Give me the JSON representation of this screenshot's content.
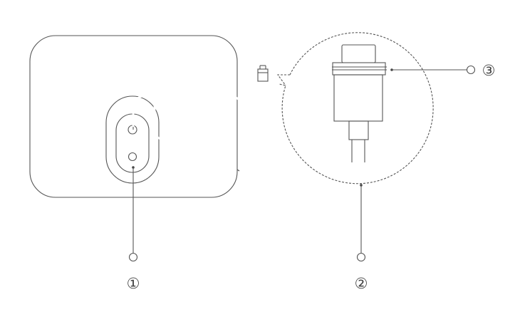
{
  "callouts": [
    {
      "label": "①"
    },
    {
      "label": "②"
    },
    {
      "label": "③"
    }
  ],
  "colors": {
    "line": "#555555",
    "background": "#ffffff"
  }
}
